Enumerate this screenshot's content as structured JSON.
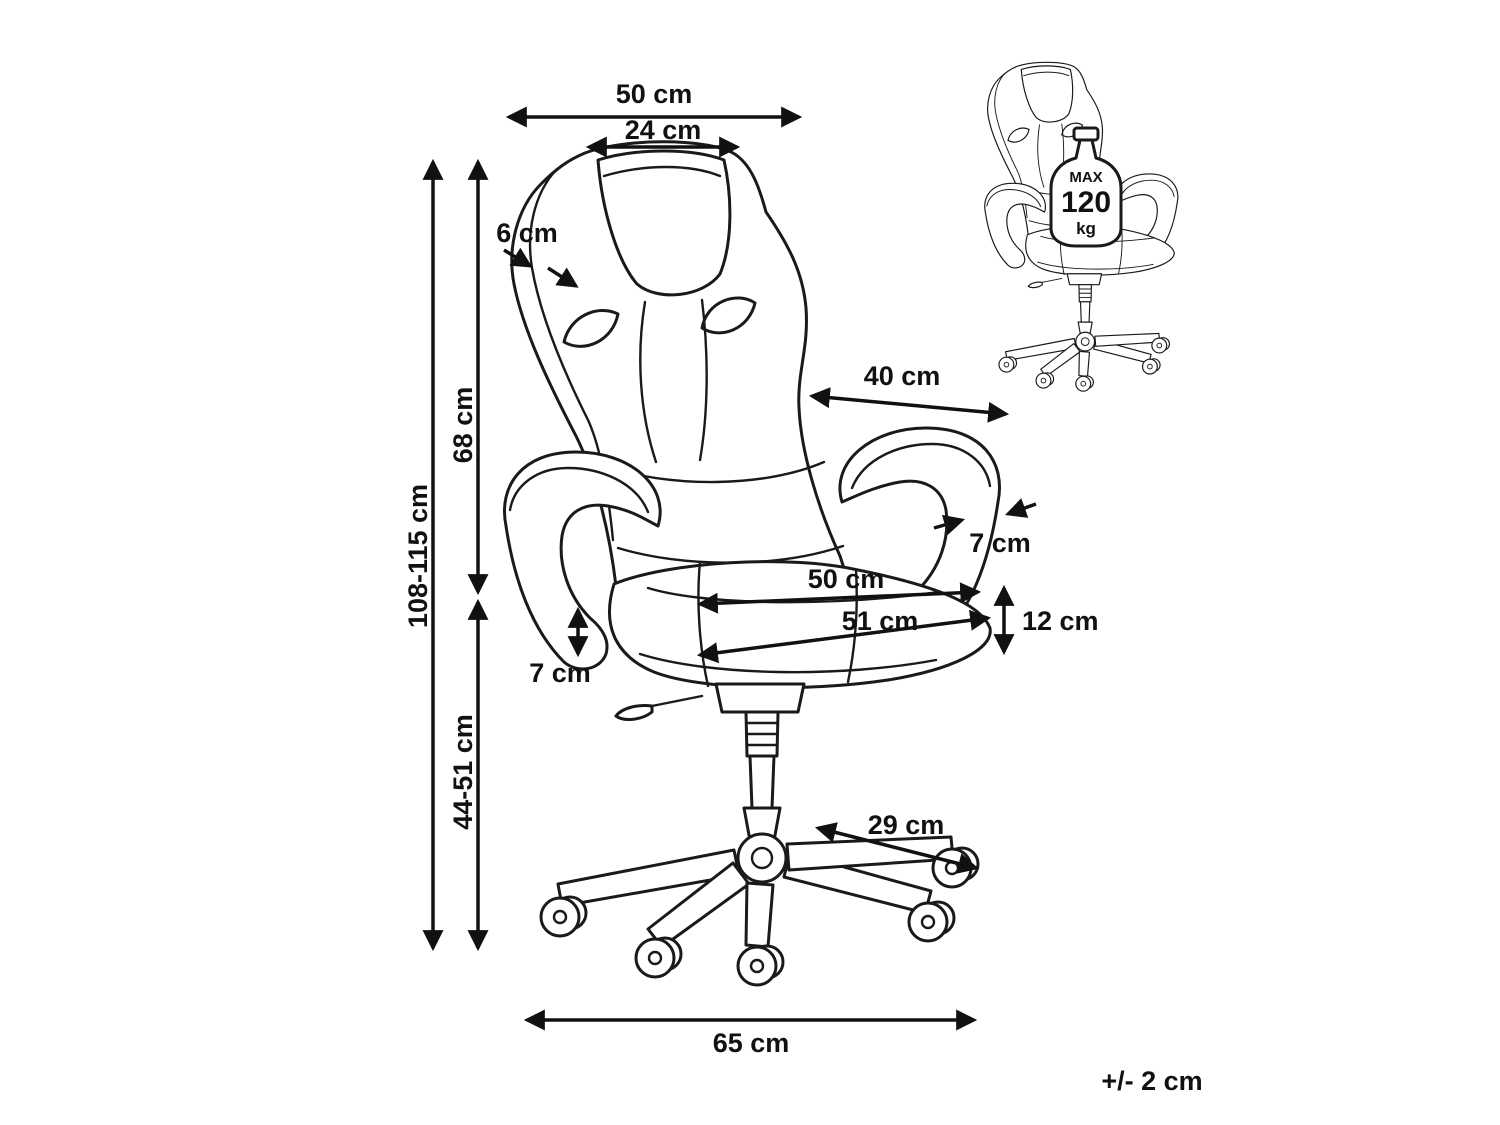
{
  "diagram": {
    "tolerance": "+/- 2 cm",
    "weight_badge": {
      "max": "MAX",
      "value": "120",
      "unit": "kg"
    },
    "dimensions": {
      "backrest_width": "50 cm",
      "headrest_width": "24 cm",
      "backrest_side_depth": "6 cm",
      "total_height": "108-115 cm",
      "backrest_height": "68 cm",
      "seat_height_range": "44-51 cm",
      "armrest_length": "40 cm",
      "armrest_thickness": "7 cm",
      "seat_width": "50 cm",
      "seat_depth": "51 cm",
      "seat_cushion_height": "12 cm",
      "seat_edge_height": "7 cm",
      "base_spoke_length": "29 cm",
      "base_diameter": "65 cm"
    }
  }
}
